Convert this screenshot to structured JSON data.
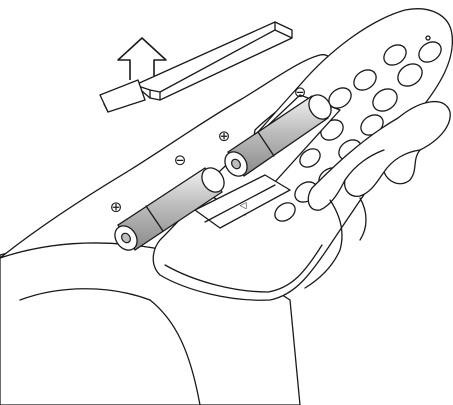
{
  "diagram": {
    "polarity_marks": [
      {
        "id": "battery-front-plus",
        "symbol": "⊕"
      },
      {
        "id": "battery-front-minus",
        "symbol": "⊖"
      },
      {
        "id": "battery-back-plus",
        "symbol": "⊕"
      },
      {
        "id": "battery-back-minus",
        "symbol": "⊖"
      }
    ],
    "compartment_marks": [
      {
        "id": "compartment-arrow",
        "symbol": "◁"
      }
    ],
    "colors": {
      "line": "#1a1a1a",
      "background": "#ffffff",
      "battery_shade": "#bdbdbd",
      "arrow_fill": "#ffffff"
    }
  }
}
